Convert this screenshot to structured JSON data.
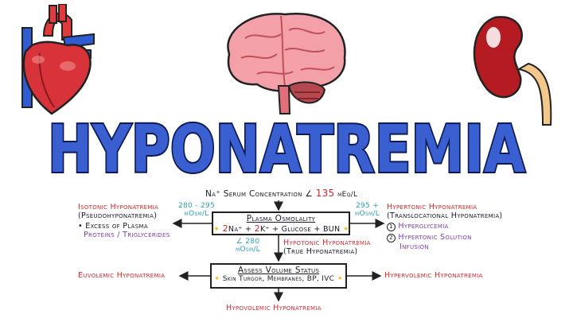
{
  "title": "HYPONATREMIA",
  "top_node": {
    "label": "Na⁺ Serum Concentration",
    "lt": "∠",
    "value": "135",
    "unit": "mEq/L"
  },
  "plasma_box": {
    "title": "Plasma Osmolality",
    "formula_a": "2",
    "formula_b": "Na⁺ + ",
    "formula_c": "2",
    "formula_d": "K⁺ + Glucose + BUN"
  },
  "left_branch": {
    "range": "280 - 295",
    "unit": "mOsm/L",
    "title": "Isotonic Hyponatremia",
    "subtitle": "(Pseudohyponatremia)",
    "bullet": "• Excess of Plasma",
    "bullet2": "Proteins / Triglycerides"
  },
  "right_branch": {
    "range": "295 +",
    "unit": "mOsm/L",
    "title": "Hypertonic Hyponatremia",
    "subtitle": "(Translocational Hyponatremia)",
    "item1_num": "1",
    "item1": "Hyperglycemia",
    "item2_num": "2",
    "item2": "Hypertonic Solution",
    "item2b": "Infusion"
  },
  "middle_branch": {
    "range": "∠ 280",
    "unit": "mOsm/L",
    "title": "Hypotonic Hyponatremia",
    "subtitle": "(True Hyponatremia)"
  },
  "volume_box": {
    "title": "Assess Volume Status",
    "detail": "Skin Turgor, Membranes, BP, IVC"
  },
  "volume_left": "Euvolemic Hyponatremia",
  "volume_right": "Hypervolemic Hyponatremia",
  "volume_bottom": "Hypovolemic Hyponatremia",
  "colors": {
    "title_fill": "#3a5fd0",
    "title_outline": "#0c1a55",
    "red": "#d6262b",
    "purple": "#7a3fa8",
    "teal": "#2a9fb5",
    "star": "#f2c21b"
  }
}
